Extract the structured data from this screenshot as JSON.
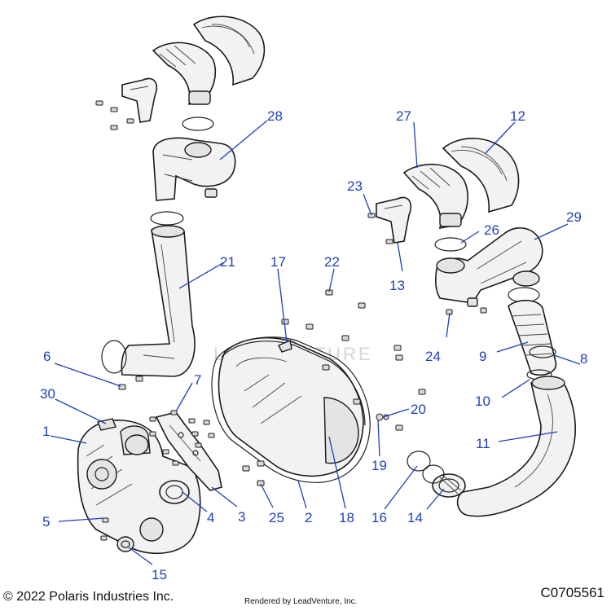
{
  "watermark": "LEADVENTURE",
  "footer": {
    "copyright": "© 2022 Polaris Industries Inc.",
    "rendered_by": "Rendered by LeadVenture, Inc.",
    "diagram_code": "C0705561"
  },
  "callouts": {
    "c1": "1",
    "c2": "2",
    "c3": "3",
    "c4": "4",
    "c5": "5",
    "c6": "6",
    "c7": "7",
    "c8": "8",
    "c9": "9",
    "c10": "10",
    "c11": "11",
    "c12": "12",
    "c13": "13",
    "c14": "14",
    "c15": "15",
    "c16": "16",
    "c17": "17",
    "c18": "18",
    "c19": "19",
    "c20": "20",
    "c21": "21",
    "c22": "22",
    "c23": "23",
    "c24": "24",
    "c25": "25",
    "c26": "26",
    "c27": "27",
    "c28": "28",
    "c29": "29",
    "c30": "30"
  }
}
